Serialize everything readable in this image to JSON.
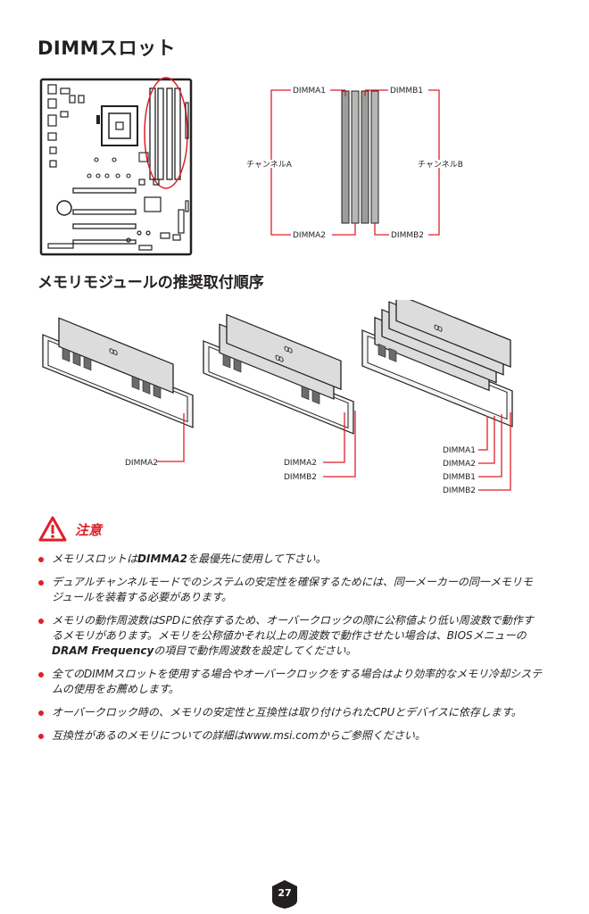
{
  "page": {
    "title": "DIMMスロット",
    "section_heading": "メモリモジュールの推奨取付順序",
    "page_number": "27"
  },
  "slot_diagram": {
    "dimma1": "DIMMA1",
    "dimmb1": "DIMMB1",
    "dimma2": "DIMMA2",
    "dimmb2": "DIMMB2",
    "channel_a": "チャンネルA",
    "channel_b": "チャンネルB"
  },
  "install_order": {
    "one": {
      "labels": [
        "DIMMA2"
      ]
    },
    "two": {
      "labels": [
        "DIMMA2",
        "DIMMB2"
      ]
    },
    "four": {
      "labels": [
        "DIMMA1",
        "DIMMA2",
        "DIMMB1",
        "DIMMB2"
      ]
    },
    "module_logo": "ꝏ"
  },
  "notice": {
    "title": "注意",
    "icon": "warning-triangle-icon",
    "accent_color": "#e01f27",
    "items": [
      {
        "pre": "メモリスロットは",
        "bold": "DIMMA2",
        "post": "を最優先に使用して下さい。"
      },
      {
        "pre": "デュアルチャンネルモードでのシステムの安定性を確保するためには、同一メーカーの同一メモリモジュールを装着する必要があります。",
        "bold": "",
        "post": ""
      },
      {
        "pre": "メモリの動作周波数はSPDに依存するため、オーバークロックの際に公称値より低い周波数で動作するメモリがあります。メモリを公称値かそれ以上の周波数で動作させたい場合は、BIOSメニューの",
        "bold": "DRAM Frequency",
        "post": "の項目で動作周波数を設定してください。"
      },
      {
        "pre": "全てのDIMMスロットを使用する場合やオーバークロックをする場合はより効率的なメモリ冷却システムの使用をお薦めします。",
        "bold": "",
        "post": ""
      },
      {
        "pre": "オーバークロック時の、メモリの安定性と互換性は取り付けられたCPUとデバイスに依存します。",
        "bold": "",
        "post": ""
      },
      {
        "pre": "互換性があるのメモリについての詳細はwww.msi.comからご参照ください。",
        "bold": "",
        "post": ""
      }
    ]
  }
}
